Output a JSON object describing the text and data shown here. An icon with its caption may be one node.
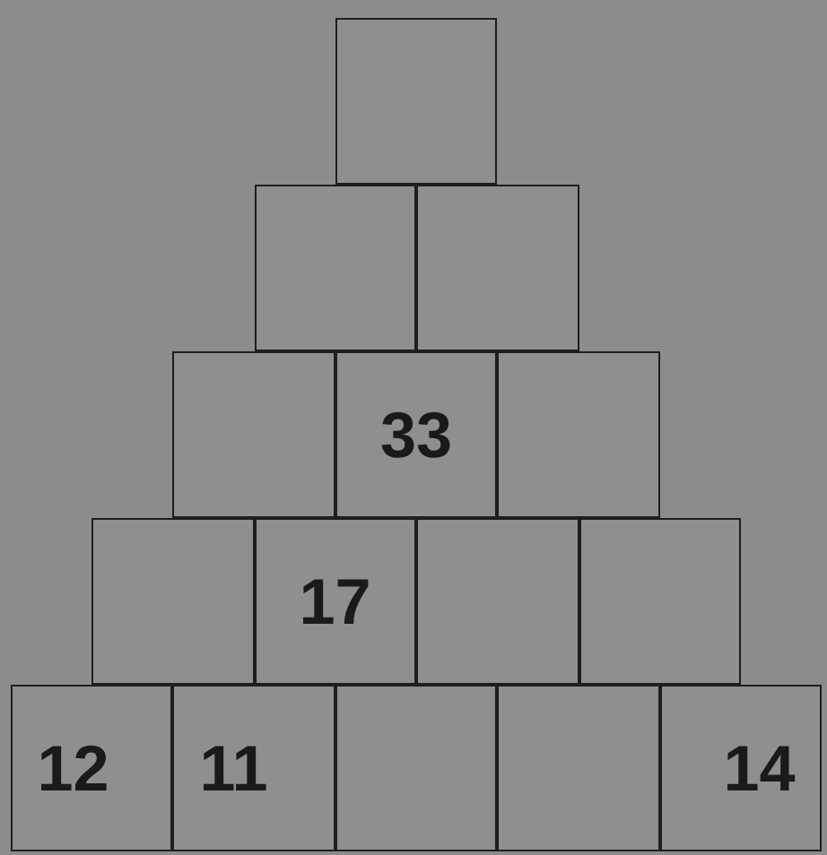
{
  "diagram": {
    "nodes": [
      {
        "text": [],
        "shape": "box"
      },
      {
        "text": [],
        "shape": "box"
      },
      {
        "text": [],
        "shape": "box"
      },
      {
        "text": [],
        "shape": "box"
      },
      {
        "text": [
          "33"
        ]
      },
      {
        "text": [],
        "shape": "box"
      },
      {
        "text": [],
        "shape": "box"
      },
      {
        "text": [
          "17"
        ]
      },
      {
        "text": [],
        "shape": "box"
      },
      {
        "text": [],
        "shape": "box"
      },
      {
        "text": [
          "12"
        ]
      },
      {
        "text": [
          "11"
        ]
      },
      {
        "text": [],
        "shape": "box"
      },
      {
        "text": [],
        "shape": "box"
      },
      {
        "text": [
          "14"
        ]
      }
    ]
  }
}
